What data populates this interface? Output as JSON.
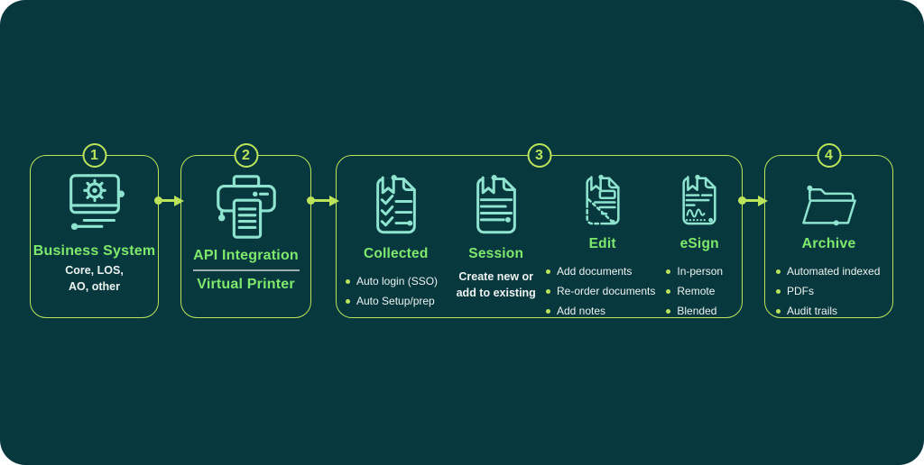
{
  "colors": {
    "panel_background": "#07383E",
    "box_border": "#BCE45A",
    "step_title_green": "#7FE96D",
    "icon_teal": "#8FE4D0",
    "body_text": "#EDF3F1",
    "bullet_dot": "#BCE45A",
    "divider_gray": "#9DAFB0"
  },
  "steps": [
    {
      "number": "1",
      "icon": "monitor-gear-icon",
      "title": "Business System",
      "subtitle_line1": "Core, LOS,",
      "subtitle_line2": "AO, other"
    },
    {
      "number": "2",
      "icon": "printer-icon",
      "title_top": "API Integration",
      "title_bottom": "Virtual Printer"
    },
    {
      "number": "3",
      "columns": [
        {
          "icon": "document-checklist-icon",
          "title": "Collected",
          "bullets": [
            "Auto login (SSO)",
            "Auto Setup/prep"
          ]
        },
        {
          "icon": "document-session-icon",
          "title": "Session",
          "note": "Create new or add to existing"
        },
        {
          "icon": "document-edit-icon",
          "title": "Edit",
          "bullets": [
            "Add documents",
            "Re-order documents",
            "Add notes"
          ]
        },
        {
          "icon": "document-esign-icon",
          "title": "eSign",
          "bullets": [
            "In-person",
            "Remote",
            "Blended"
          ]
        }
      ]
    },
    {
      "number": "4",
      "icon": "folder-archive-icon",
      "title": "Archive",
      "bullets": [
        "Automated indexed",
        "PDFs",
        "Audit trails"
      ]
    }
  ]
}
